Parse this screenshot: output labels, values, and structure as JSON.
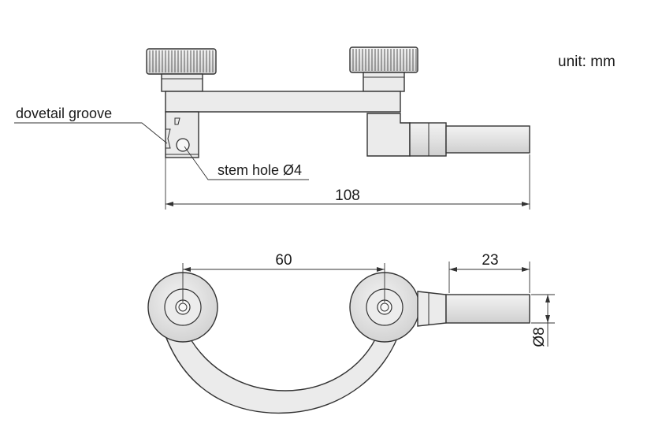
{
  "unit_label": "unit: mm",
  "callouts": {
    "dovetail_groove": "dovetail groove",
    "stem_hole": "stem hole Ø4"
  },
  "dimensions": {
    "overall_length": "108",
    "center_distance": "60",
    "stem_length": "23",
    "stem_diameter": "Ø8"
  },
  "colors": {
    "line": "#333333",
    "fill": "#ebebeb",
    "background": "#ffffff"
  }
}
